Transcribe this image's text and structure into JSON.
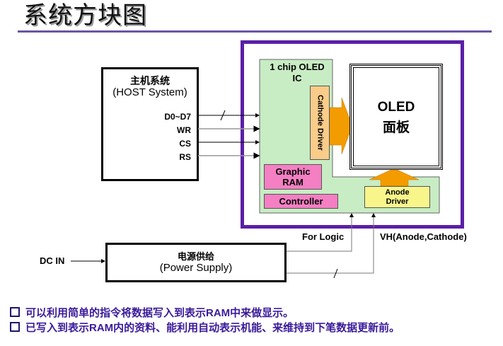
{
  "title": "系统方块图",
  "colors": {
    "frame": "#5a1fa8",
    "ic_green": "#c8ecc4",
    "pink": "#f47fc3",
    "cathode": "#f9cc8a",
    "anode": "#f8f68a",
    "arrow_orange": "#f39c00",
    "bullet_text": "#3a1a9a"
  },
  "host": {
    "title": "主机系统",
    "subtitle": "(HOST System)",
    "signals": [
      "D0~D7",
      "WR",
      "CS",
      "RS"
    ]
  },
  "ic": {
    "label_line1": "1 chip OLED",
    "label_line2": "IC",
    "cathode_driver": "Cathode Driver",
    "graphic_ram_line1": "Graphic",
    "graphic_ram_line2": "RAM",
    "controller": "Controller",
    "anode_driver_line1": "Anode",
    "anode_driver_line2": "Driver"
  },
  "oled": {
    "line1": "OLED",
    "line2": "面板"
  },
  "power": {
    "title": "电源供给",
    "subtitle": "(Power Supply)",
    "input_label": "DC IN",
    "logic_label": "For Logic",
    "vh_label": "VH(Anode,Cathode)"
  },
  "bullets": [
    "可以利用简单的指令将数据写入到表示RAM中来做显示。",
    "已写入到表示RAM内的资料、能利用自动表示机能、来维持到下笔数据更新前。"
  ]
}
